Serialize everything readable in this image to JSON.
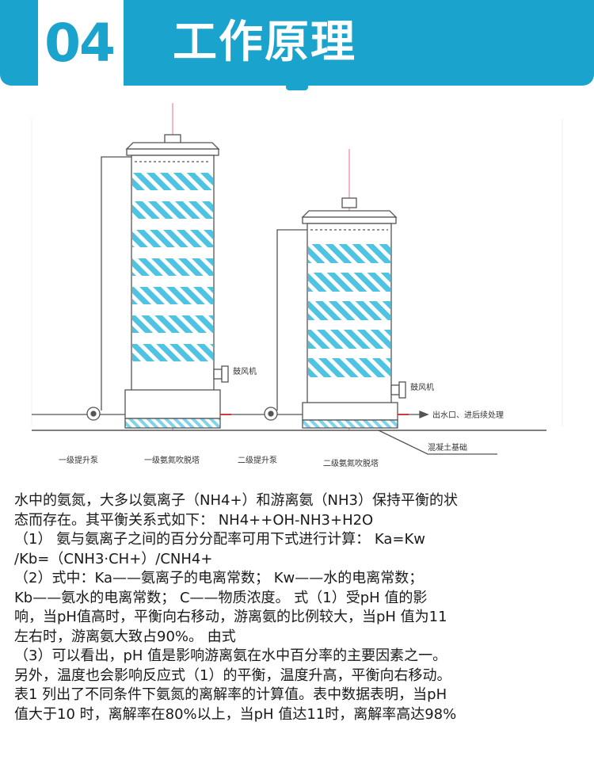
{
  "header": {
    "number": "04",
    "title": "工作原理"
  },
  "diagram": {
    "labels": {
      "blower_1": "鼓风机",
      "blower_2": "鼓风机",
      "outlet": "出水口、进后续处理",
      "foundation": "混凝土基础",
      "pump_1": "一级提升泵",
      "tower_1": "一级氨氮吹脱塔",
      "pump_2": "二级提升泵",
      "tower_2": "二级氨氮吹脱塔"
    },
    "colors": {
      "stripe": "#4fc3e2",
      "line": "#555555",
      "pink_axis": "#e58aa0"
    }
  },
  "body": {
    "lines": [
      "水中的氨氮，大多以氨离子（NH4+）和游离氨（NH3）保持平衡的状",
      "态而存在。其平衡关系式如下：  NH4++OH-NH3+H2O",
      "（1）  氨与氨离子之间的百分分配率可用下式进行计算：  Ka=Kw",
      "/Kb=（CNH3·CH+）/CNH4+",
      "（2）式中：Ka——氨离子的电离常数；    Kw——水的电离常数；",
      "  Kb——氨水的电离常数；    C——物质浓度。 式（1）受pH 值的影",
      "响，当pH值高时，平衡向右移动，游离氨的比例较大，当pH 值为11",
      "左右时，游离氨大致占90%。  由式",
      "（3）可以看出，pH 值是影响游离氨在水中百分率的主要因素之一。",
      "另外，温度也会影响反应式（1）的平衡，温度升高，平衡向右移动。",
      "表1 列出了不同条件下氨氮的离解率的计算值。表中数据表明，当pH",
      "值大于10 时，离解率在80%以上，当pH 值达11时，离解率高达98%"
    ]
  }
}
